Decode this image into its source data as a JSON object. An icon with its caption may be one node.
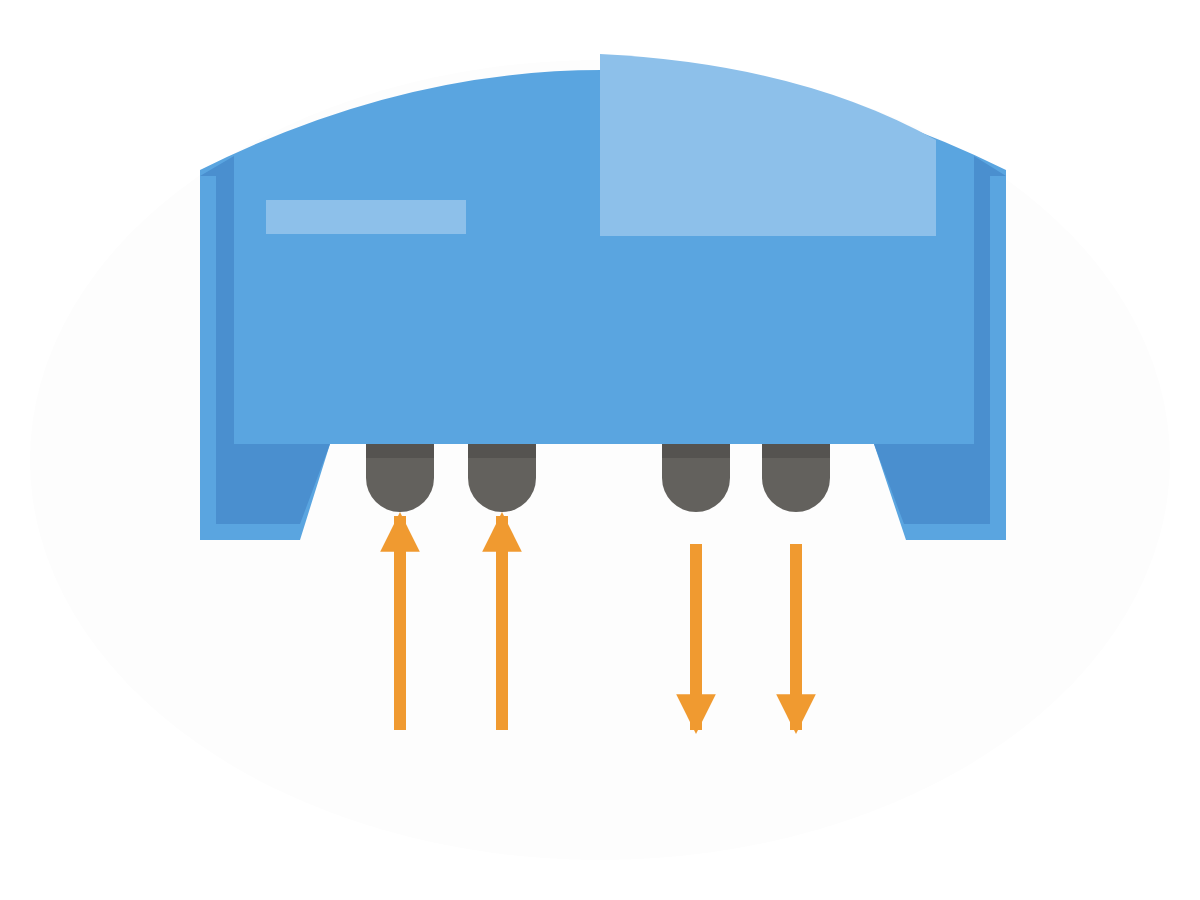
{
  "diagram": {
    "nodes": [
      {
        "text": [],
        "shape": "picture"
      },
      {
        "text": [],
        "shape": "box"
      },
      {
        "text": [],
        "shape": "box"
      },
      {
        "text": [],
        "shape": "box"
      },
      {
        "text": [],
        "shape": "box"
      }
    ],
    "edges": [
      {
        "from": null,
        "to": 1,
        "arrow": "to"
      },
      {
        "from": null,
        "to": 2,
        "arrow": "to"
      },
      {
        "from": 3,
        "to": null,
        "arrow": "to"
      },
      {
        "from": 4,
        "to": null,
        "arrow": "to"
      }
    ]
  }
}
